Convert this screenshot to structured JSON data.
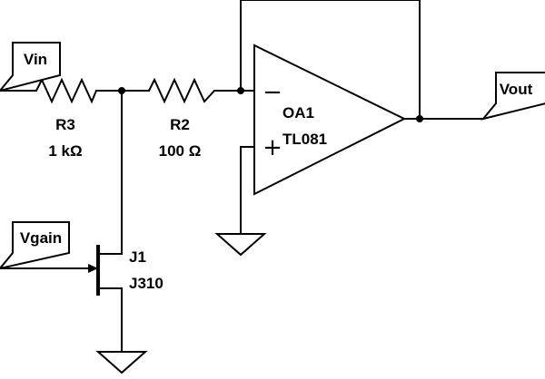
{
  "ports": {
    "vin": "Vin",
    "vgain": "Vgain",
    "vout": "Vout"
  },
  "components": {
    "r3": {
      "ref": "R3",
      "value": "1 kΩ"
    },
    "r2": {
      "ref": "R2",
      "value": "100 Ω"
    },
    "oa1": {
      "ref": "OA1",
      "value": "TL081",
      "inverting_symbol": "−",
      "noninverting_symbol": "+"
    },
    "j1": {
      "ref": "J1",
      "value": "J310"
    }
  }
}
